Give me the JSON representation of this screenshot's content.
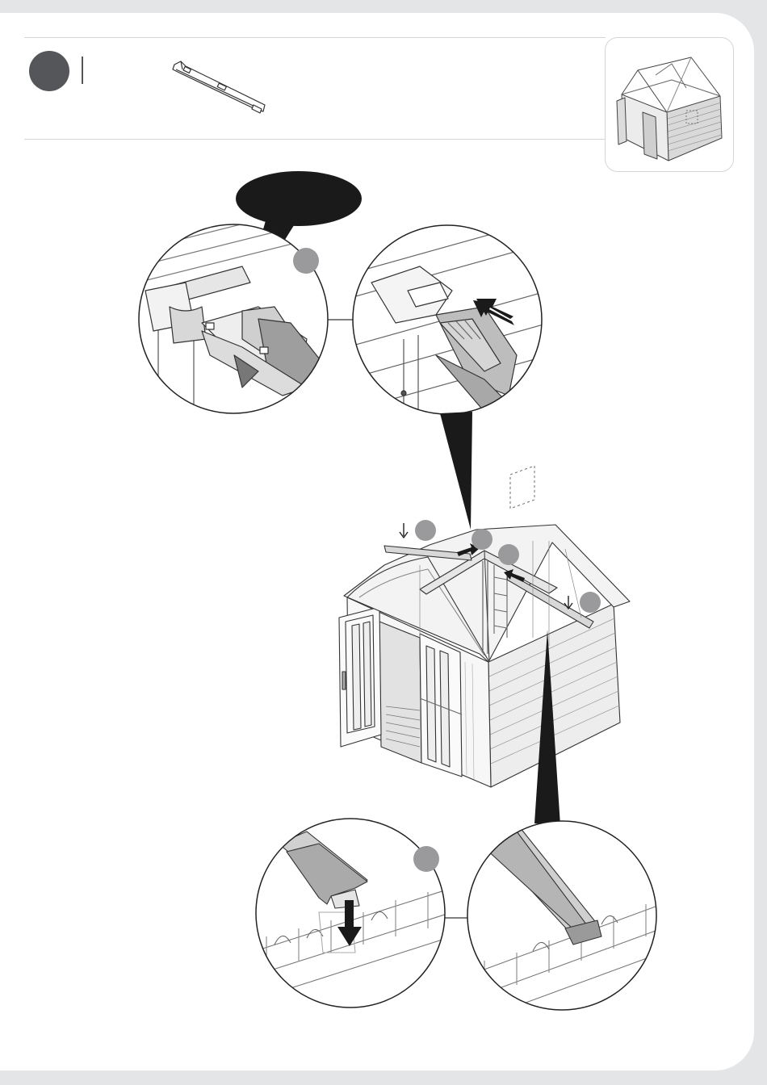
{
  "document": {
    "type": "assembly-instructions-page",
    "step_number": "",
    "step_part": "roof-ridge-beam-icon",
    "illustrations": [
      "detail-callout-top-left",
      "detail-callout-top-right",
      "shed-main-assembly",
      "detail-callout-bottom-left",
      "detail-callout-bottom-right",
      "progress-preview-shed"
    ],
    "step_markers": [
      "",
      "",
      "",
      "",
      "",
      ""
    ],
    "colors": {
      "background": "#e4e5e7",
      "page": "#ffffff",
      "badge": "#555659",
      "marker": "#9a9a9c",
      "ink": "#2a2a2a",
      "callout": "#1a1a1a"
    }
  }
}
